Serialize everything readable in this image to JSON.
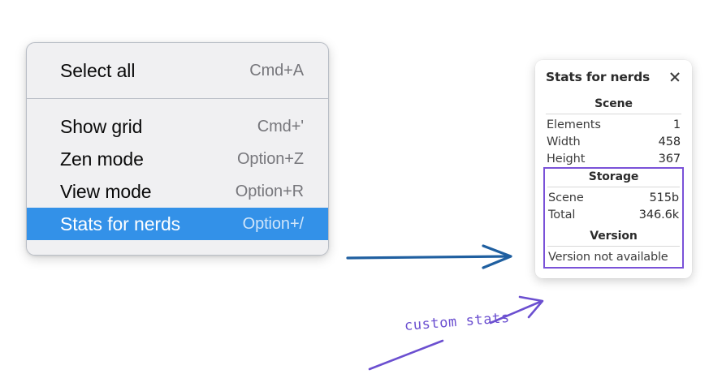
{
  "context_menu": {
    "name": "canvas-context-menu",
    "groups": [
      {
        "items": [
          {
            "label": "Select all",
            "shortcut": "Cmd+A",
            "selected": false
          }
        ]
      },
      {
        "items": [
          {
            "label": "Show grid",
            "shortcut": "Cmd+'",
            "selected": false
          },
          {
            "label": "Zen mode",
            "shortcut": "Option+Z",
            "selected": false
          },
          {
            "label": "View mode",
            "shortcut": "Option+R",
            "selected": false
          },
          {
            "label": "Stats for nerds",
            "shortcut": "Option+/",
            "selected": true
          }
        ]
      }
    ]
  },
  "stats_panel": {
    "title": "Stats for nerds",
    "close_icon": "close-icon",
    "sections": [
      {
        "heading": "Scene",
        "highlighted": false,
        "rows": [
          {
            "label": "Elements",
            "value": "1"
          },
          {
            "label": "Width",
            "value": "458"
          },
          {
            "label": "Height",
            "value": "367"
          }
        ]
      },
      {
        "heading": "Storage",
        "highlighted": true,
        "rows": [
          {
            "label": "Scene",
            "value": "515b"
          },
          {
            "label": "Total",
            "value": "346.6k"
          }
        ]
      },
      {
        "heading": "Version",
        "highlighted": true,
        "note": "Version not available"
      }
    ]
  },
  "annotations": {
    "custom_stats_label": "custom stats",
    "blue_arrow": "arrow-right-icon",
    "purple_arrow": "arrow-pointer-icon"
  },
  "colors": {
    "menu_background": "#f0f0f2",
    "menu_border": "#b9bec6",
    "menu_highlight": "#3391e8",
    "shortcut_text": "#77777c",
    "panel_background": "#ffffff",
    "highlight_box_border": "#7a52d8",
    "annotation_purple": "#6b4fd0",
    "blue_arrow": "#1f5fa0"
  }
}
